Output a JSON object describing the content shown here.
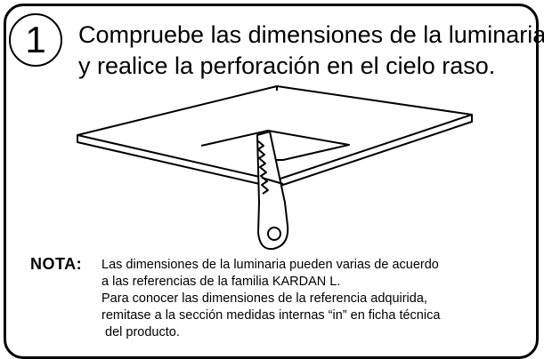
{
  "step": {
    "number": "1",
    "title_lines": [
      "Compruebe las dimensiones de la luminaria",
      "y realice la perforación en el cielo raso."
    ]
  },
  "note": {
    "label": "NOTA:",
    "lines": [
      "Las dimensiones de la luminaria pueden varias de acuerdo",
      "a las referencias de la familia KARDAN L.",
      "Para conocer las dimensiones de la referencia adquirida,",
      "remitase a la sección medidas internas “in” en ficha técnica",
      " del producto."
    ]
  },
  "illustration": {
    "subject": "ceiling panel with jigsaw cutting opening",
    "icons": [
      "ceiling-panel",
      "jigsaw-blade"
    ]
  }
}
